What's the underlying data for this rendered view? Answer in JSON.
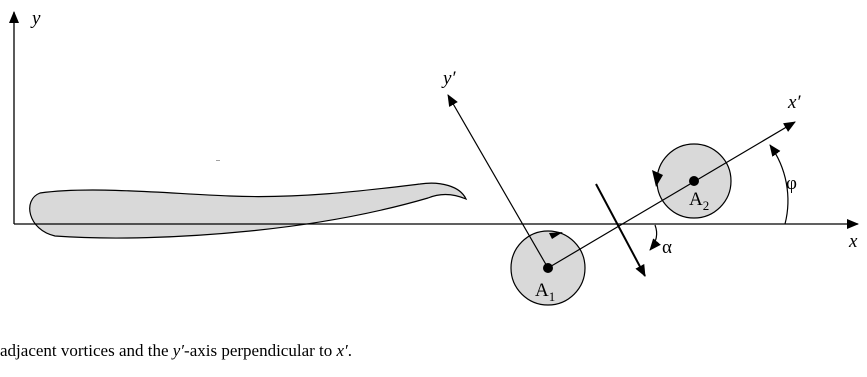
{
  "axes": {
    "x_label": "x",
    "y_label": "y",
    "x_prime_label": "x′",
    "y_prime_label": "y′"
  },
  "angles": {
    "phi_label": "φ",
    "alpha_label": "α"
  },
  "vortices": [
    {
      "label": "A",
      "subscript": "1"
    },
    {
      "label": "A",
      "subscript": "2"
    }
  ],
  "caption": {
    "part1": "adjacent vortices and the ",
    "y_prime": "y′",
    "part2": "-axis perpendicular to ",
    "x_prime": "x′",
    "part3": "."
  },
  "colors": {
    "fill": "#d9d9d9",
    "stroke": "#000000"
  }
}
